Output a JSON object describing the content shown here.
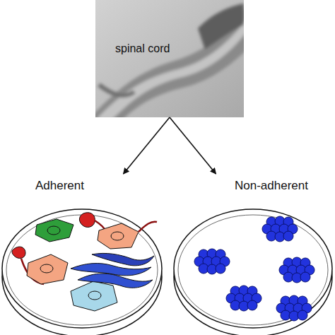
{
  "diagram": {
    "nodes": [
      {
        "text": [
          "spinal cord"
        ]
      },
      {
        "text": [
          "Adherent"
        ]
      },
      {
        "text": [
          "Non-adherent"
        ]
      }
    ],
    "edges": [
      {
        "from": 0,
        "to": 1,
        "arrow": "to"
      },
      {
        "from": 0,
        "to": 2,
        "arrow": "to"
      }
    ]
  }
}
